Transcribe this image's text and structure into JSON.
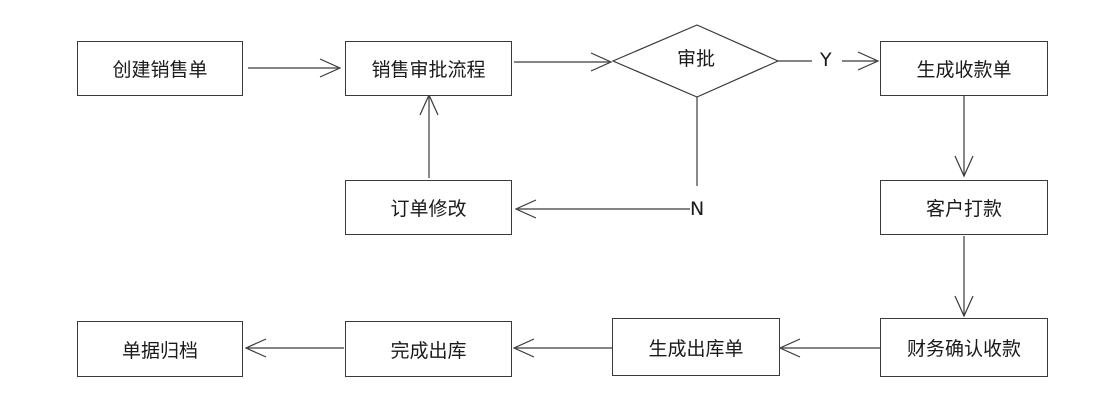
{
  "nodes": {
    "create_order": "创建销售单",
    "sales_approval": "销售审批流程",
    "approve": "审批",
    "gen_receipt": "生成收款单",
    "customer_pay": "客户打款",
    "finance_confirm": "财务确认收款",
    "gen_outbound": "生成出库单",
    "complete_outbound": "完成出库",
    "archive": "单据归档",
    "modify_order": "订单修改"
  },
  "edge_labels": {
    "yes": "Y",
    "no": "N"
  },
  "colors": {
    "stroke": "#3a3a3a",
    "text": "#1a1a1a"
  }
}
